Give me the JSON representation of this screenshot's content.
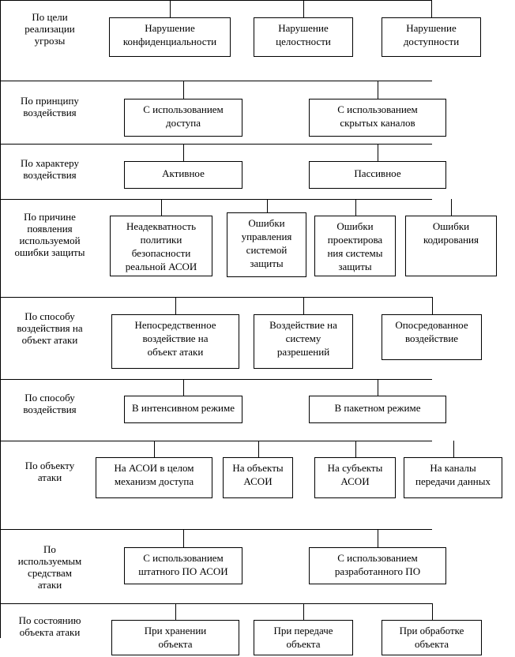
{
  "sections": [
    {
      "id": "goal",
      "category": "По цели\nреализации\nугрозы",
      "items": [
        "Нарушение\nконфиденциальности",
        "Нарушение\nцелостности",
        "Нарушение\nдоступности"
      ]
    },
    {
      "id": "principle",
      "category": "По принципу\nвоздействия",
      "items": [
        "С использованием\nдоступа",
        "С использованием\nскрытых каналов"
      ]
    },
    {
      "id": "nature",
      "category": "По характеру\nвоздействия",
      "items": [
        "Активное",
        "Пассивное"
      ]
    },
    {
      "id": "cause",
      "category": "По причине\nпоявления\nиспользуемой\nошибки защиты",
      "items": [
        "Неадекватность\nполитики\nбезопасности\nреальной  АСОИ",
        "Ошибки\nуправления\nсистемой\nзащиты",
        "Ошибки\nпроектирова\nния системы\nзащиты",
        "Ошибки\nкодирования"
      ]
    },
    {
      "id": "target-method",
      "category": "По способу\nвоздействия на\nобъект атаки",
      "items": [
        "Непосредственное\nвоздействие на\nобъект атаки",
        "Воздействие на\nсистему\nразрешений",
        "Опосредованное\nвоздействие"
      ]
    },
    {
      "id": "method",
      "category": "По способу\nвоздействия",
      "items": [
        "В интенсивном режиме",
        "В пакетном режиме"
      ]
    },
    {
      "id": "object",
      "category": "По объекту\nатаки",
      "items": [
        "На АСОИ в  целом\nмеханизм доступа",
        "На объекты\nАСОИ",
        "На субъекты\nАСОИ",
        "На каналы\nпередачи данных"
      ]
    },
    {
      "id": "means",
      "category": "По\nиспользуемым\nсредствам\nатаки",
      "items": [
        "С использованием\nштатного ПО АСОИ",
        "С использованием\nразработанного ПО"
      ]
    },
    {
      "id": "state",
      "category": "По состоянию\nобъекта атаки",
      "items": [
        "При хранении\nобъекта",
        "При передаче\nобъекта",
        "При обработке\nобъекта"
      ]
    }
  ]
}
